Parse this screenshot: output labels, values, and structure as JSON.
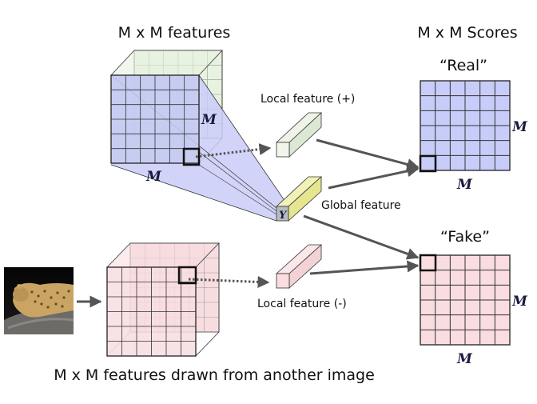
{
  "labels": {
    "top_features_title": "M x M features",
    "scores_title": "M x M Scores",
    "real_label": "“Real”",
    "fake_label": "“Fake”",
    "local_pos": "Local feature (+)",
    "local_neg": "Local feature (-)",
    "global_feature": "Global feature",
    "bottom_caption": "M x M features drawn from another image",
    "dim_symbol": "M",
    "global_symbol": "Y"
  },
  "colors": {
    "blue_fill": "#c5cbf0",
    "blue_cone": "#c9ccf7",
    "green_fill": "#e8f2e0",
    "pink_fill": "#f8dde0",
    "yellow_fill": "#ecec9e",
    "y_box_fill": "#b8bcc0",
    "arrow": "#555555",
    "grid_line": "#333333"
  },
  "grid": {
    "cells": 6
  },
  "input_image": {
    "subject": "leopard-photo"
  }
}
